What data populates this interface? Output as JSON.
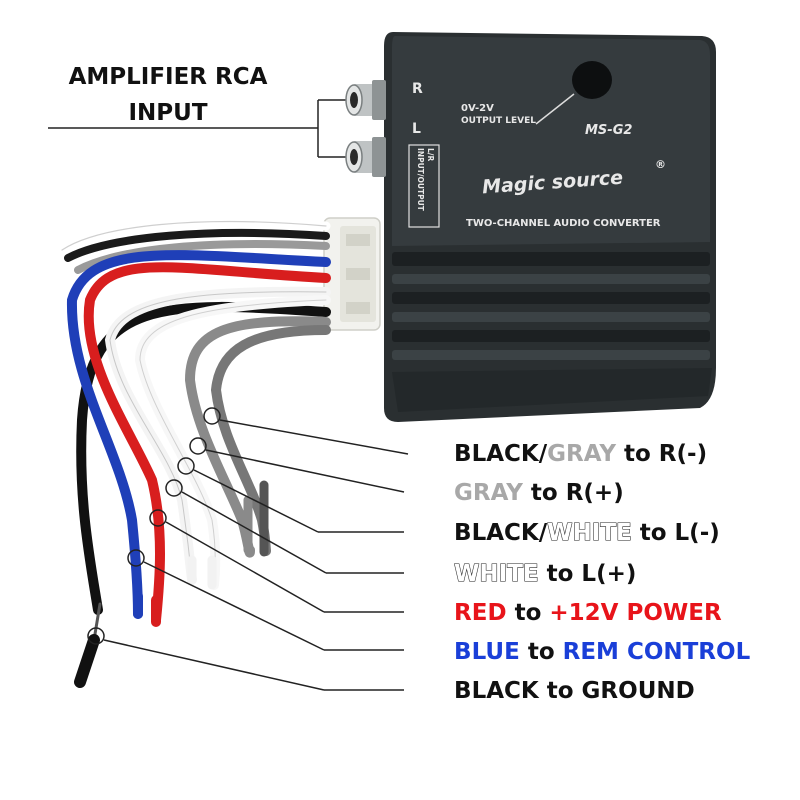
{
  "heading": {
    "line1": "AMPLIFIER RCA",
    "line2": "INPUT"
  },
  "device": {
    "channel_r": "R",
    "channel_l": "L",
    "output_level_range": "0V-2V",
    "output_level_label": "OUTPUT LEVEL",
    "model": "MS-G2",
    "brand": "Magic source",
    "registered_mark": "®",
    "product_name": "TWO-CHANNEL AUDIO CONVERTER",
    "port_label_1": "INPUT/OUTPUT",
    "port_label_2": "L/R"
  },
  "wires": [
    {
      "a": "BLACK/",
      "b": "GRAY",
      "c": " to R(-)"
    },
    {
      "a": "GRAY",
      "b": " to R(+)"
    },
    {
      "a": "BLACK/",
      "b": "WHITE",
      "c": " to L(-)"
    },
    {
      "a": "WHITE",
      "b": " to L(+)"
    },
    {
      "a": "RED",
      "b": " to ",
      "c": "+12V POWER"
    },
    {
      "a": "BLUE",
      "b": " to ",
      "c": "REM CONTROL"
    },
    {
      "a": "BLACK to GROUND"
    }
  ],
  "colors": {
    "text_black": "#111111",
    "text_gray": "#a8a8a8",
    "text_red": "#e8141a",
    "text_blue": "#1a3fd8",
    "device_body": "#2c3133",
    "wire_red": "#d81e1e",
    "wire_blue": "#1f3fb8",
    "wire_gray": "#8a8a8a",
    "wire_black": "#111111"
  }
}
